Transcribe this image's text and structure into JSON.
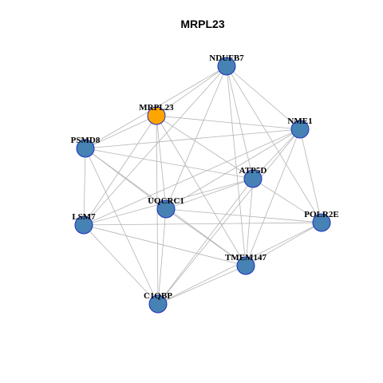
{
  "title": "MRPL23",
  "colors": {
    "node_default": "#4682b4",
    "node_focus": "#ffa500",
    "node_border": "#1f2fbf",
    "edge": "#b4b4b4"
  },
  "nodes": [
    {
      "id": "NDUFB7",
      "label": "NDUFB7",
      "focus": false
    },
    {
      "id": "MRPL23",
      "label": "MRPL23",
      "focus": true
    },
    {
      "id": "NME1",
      "label": "NME1",
      "focus": false
    },
    {
      "id": "PSMD8",
      "label": "PSMD8",
      "focus": false
    },
    {
      "id": "ATP5D",
      "label": "ATP5D",
      "focus": false
    },
    {
      "id": "UQCRC1",
      "label": "UQCRC1",
      "focus": false
    },
    {
      "id": "LSM7",
      "label": "LSM7",
      "focus": false
    },
    {
      "id": "POLR2E",
      "label": "POLR2E",
      "focus": false
    },
    {
      "id": "TMEM147",
      "label": "TMEM147",
      "focus": false
    },
    {
      "id": "C1QBP",
      "label": "C1QBP",
      "focus": false
    }
  ],
  "edges": [
    [
      "NDUFB7",
      "MRPL23"
    ],
    [
      "NDUFB7",
      "NME1"
    ],
    [
      "NDUFB7",
      "PSMD8"
    ],
    [
      "NDUFB7",
      "ATP5D"
    ],
    [
      "NDUFB7",
      "UQCRC1"
    ],
    [
      "NDUFB7",
      "LSM7"
    ],
    [
      "NDUFB7",
      "POLR2E"
    ],
    [
      "NDUFB7",
      "TMEM147"
    ],
    [
      "MRPL23",
      "NME1"
    ],
    [
      "MRPL23",
      "PSMD8"
    ],
    [
      "MRPL23",
      "ATP5D"
    ],
    [
      "MRPL23",
      "UQCRC1"
    ],
    [
      "MRPL23",
      "LSM7"
    ],
    [
      "MRPL23",
      "TMEM147"
    ],
    [
      "MRPL23",
      "C1QBP"
    ],
    [
      "NME1",
      "PSMD8"
    ],
    [
      "NME1",
      "ATP5D"
    ],
    [
      "NME1",
      "UQCRC1"
    ],
    [
      "NME1",
      "LSM7"
    ],
    [
      "NME1",
      "POLR2E"
    ],
    [
      "NME1",
      "TMEM147"
    ],
    [
      "NME1",
      "C1QBP"
    ],
    [
      "PSMD8",
      "ATP5D"
    ],
    [
      "PSMD8",
      "UQCRC1"
    ],
    [
      "PSMD8",
      "LSM7"
    ],
    [
      "PSMD8",
      "TMEM147"
    ],
    [
      "PSMD8",
      "C1QBP"
    ],
    [
      "ATP5D",
      "UQCRC1"
    ],
    [
      "ATP5D",
      "LSM7"
    ],
    [
      "ATP5D",
      "POLR2E"
    ],
    [
      "ATP5D",
      "TMEM147"
    ],
    [
      "ATP5D",
      "C1QBP"
    ],
    [
      "UQCRC1",
      "POLR2E"
    ],
    [
      "UQCRC1",
      "TMEM147"
    ],
    [
      "UQCRC1",
      "C1QBP"
    ],
    [
      "LSM7",
      "POLR2E"
    ],
    [
      "LSM7",
      "TMEM147"
    ],
    [
      "LSM7",
      "C1QBP"
    ],
    [
      "POLR2E",
      "TMEM147"
    ],
    [
      "POLR2E",
      "C1QBP"
    ],
    [
      "TMEM147",
      "C1QBP"
    ]
  ]
}
